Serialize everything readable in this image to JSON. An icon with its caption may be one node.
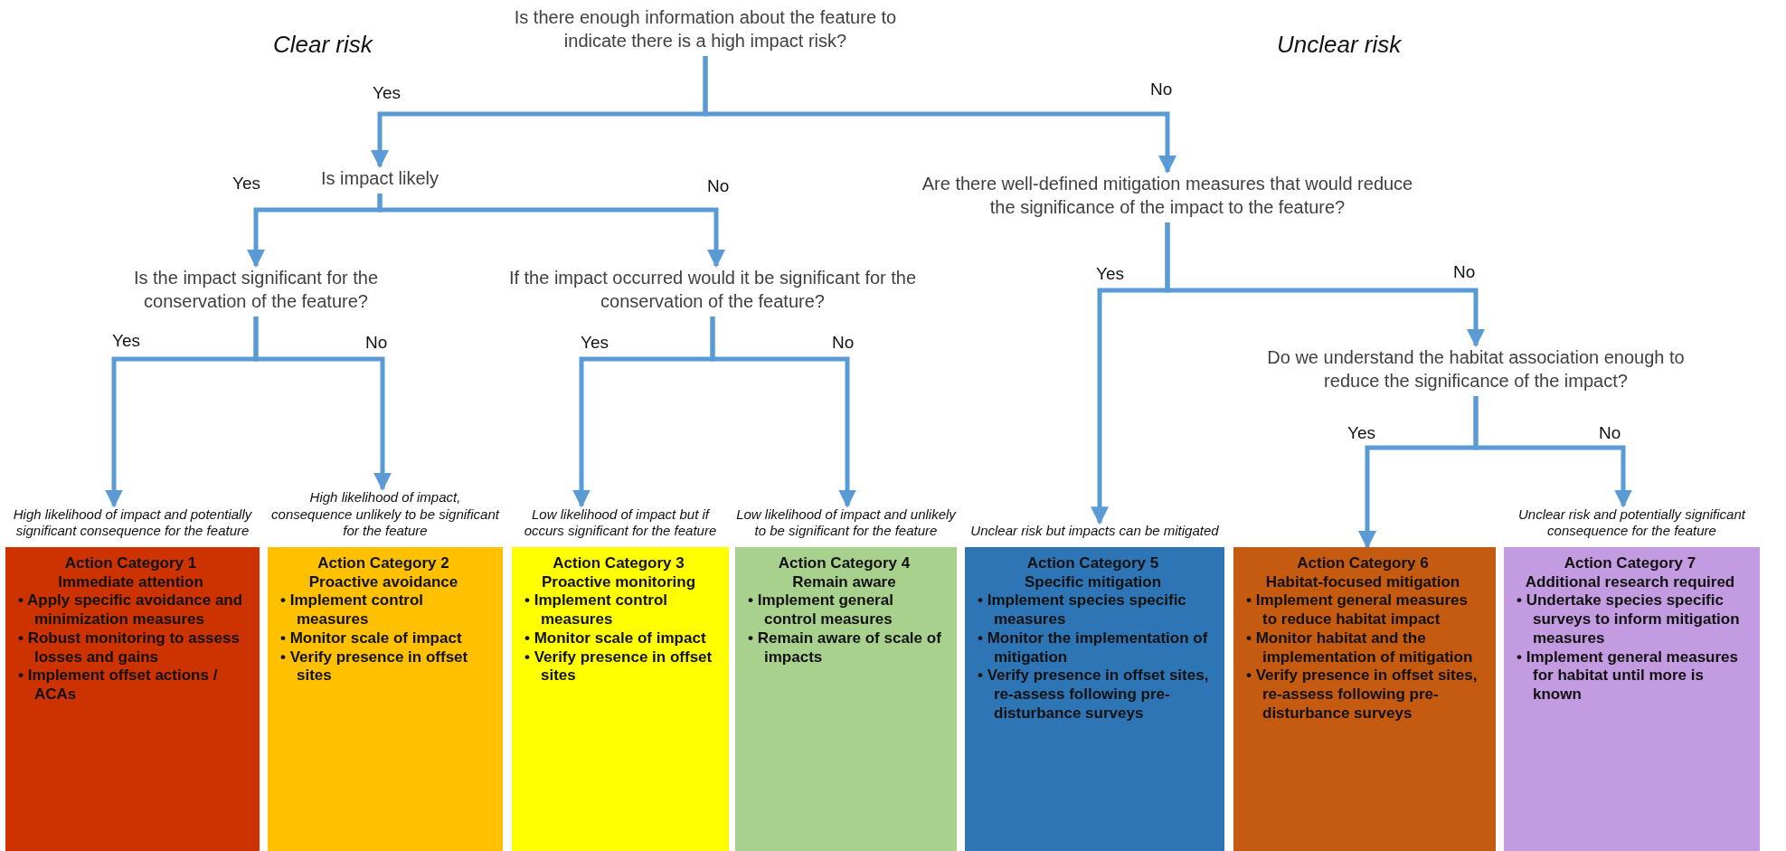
{
  "diagram": {
    "nodes": [
      {
        "text": [
          "Is there enough information about the feature to indicate there is a high impact risk?"
        ]
      },
      {
        "text": [
          "Is impact likely"
        ]
      },
      {
        "text": [
          "Are there well-defined mitigation measures that would reduce the significance of the impact to the feature?"
        ]
      },
      {
        "text": [
          "Is the impact significant for the conservation of the feature?"
        ]
      },
      {
        "text": [
          "If the impact occurred would it be significant for the conservation of the feature?"
        ]
      },
      {
        "text": [
          "Do we understand the habitat association enough to reduce the significance of the impact?"
        ]
      },
      {
        "text": [
          "Action Category 1",
          "Immediate attention",
          "• Apply specific avoidance and minimization measures",
          "• Robust monitoring to assess losses and gains",
          "• Implement offset actions / ACAs"
        ],
        "beside": [
          "High likelihood of impact and potentially significant consequence for the feature"
        ]
      },
      {
        "text": [
          "Action Category 2",
          "Proactive avoidance",
          "• Implement control measures",
          "• Monitor scale of impact",
          "• Verify presence in offset sites"
        ],
        "beside": [
          "High likelihood of impact, consequence unlikely to be significant for the feature"
        ]
      },
      {
        "text": [
          "Action Category 3",
          "Proactive monitoring",
          "• Implement control measures",
          "• Monitor scale of impact",
          "• Verify presence in offset sites"
        ],
        "beside": [
          "Low likelihood of impact but if occurs significant for the feature"
        ]
      },
      {
        "text": [
          "Action Category 4",
          "Remain aware",
          "• Implement general control measures",
          "• Remain aware of scale of impacts"
        ],
        "beside": [
          "Low likelihood of impact and unlikely to be significant for the feature"
        ]
      },
      {
        "text": [
          "Action Category 5",
          "Specific mitigation",
          "• Implement species specific measures",
          "• Monitor the implementation of mitigation",
          "• Verify presence in offset sites, re-assess following pre-disturbance surveys"
        ],
        "beside": [
          "Unclear risk but impacts can be mitigated"
        ]
      },
      {
        "text": [
          "Action Category 6",
          "Habitat-focused mitigation",
          "• Implement general measures to reduce habitat impact",
          "• Monitor habitat and the implementation of mitigation",
          "• Verify presence in offset sites, re-assess following pre-disturbance surveys"
        ]
      },
      {
        "text": [
          "Action Category 7",
          "Additional research required",
          "• Undertake species specific surveys to inform mitigation measures",
          "• Implement general measures for habitat until more is known"
        ],
        "beside": [
          "Unclear risk and potentially significant consequence for the feature"
        ]
      }
    ],
    "edges": [
      {
        "from": 0,
        "to": 1,
        "arrow": "to",
        "label": "Yes"
      },
      {
        "from": 0,
        "to": 2,
        "arrow": "to",
        "label": "No"
      },
      {
        "from": 1,
        "to": 3,
        "arrow": "to",
        "label": "Yes"
      },
      {
        "from": 1,
        "to": 4,
        "arrow": "to",
        "label": "No"
      },
      {
        "from": 3,
        "to": 6,
        "arrow": "to",
        "label": "Yes"
      },
      {
        "from": 3,
        "to": 7,
        "arrow": "to",
        "label": "No"
      },
      {
        "from": 4,
        "to": 8,
        "arrow": "to",
        "label": "Yes"
      },
      {
        "from": 4,
        "to": 9,
        "arrow": "to",
        "label": "No"
      },
      {
        "from": 2,
        "to": 10,
        "arrow": "to",
        "label": "Yes"
      },
      {
        "from": 2,
        "to": 5,
        "arrow": "to",
        "label": "No"
      },
      {
        "from": 5,
        "to": 11,
        "arrow": "to",
        "label": "Yes"
      },
      {
        "from": 5,
        "to": 12,
        "arrow": "to",
        "label": "No"
      }
    ],
    "labels": [
      "Clear risk",
      "Unclear risk"
    ]
  }
}
